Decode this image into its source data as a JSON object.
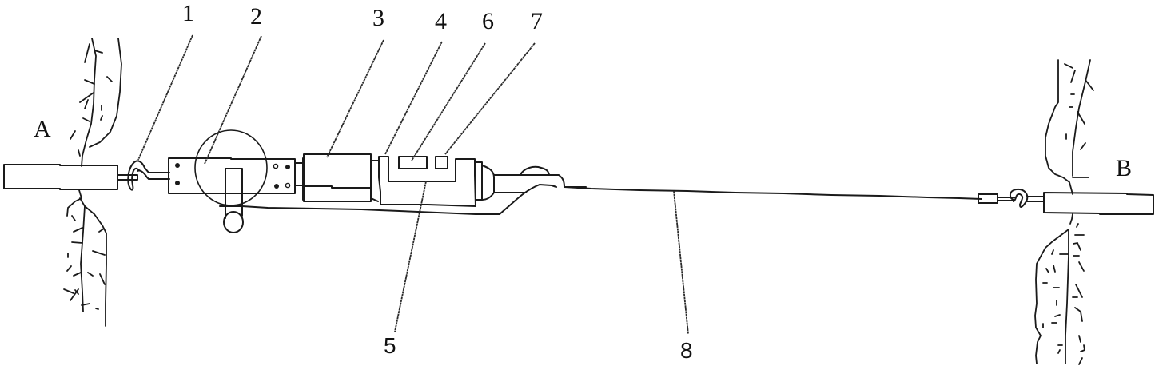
{
  "figure": {
    "type": "patent-style mechanical line drawing",
    "anchors": [
      {
        "id": "A",
        "label": "A"
      },
      {
        "id": "B",
        "label": "B"
      }
    ],
    "callouts": [
      {
        "number": "1",
        "label": "1",
        "target": "hook-A"
      },
      {
        "number": "2",
        "label": "2",
        "target": "plate-with-wheel"
      },
      {
        "number": "3",
        "label": "3",
        "target": "block-3"
      },
      {
        "number": "4",
        "label": "4",
        "target": "housing-4"
      },
      {
        "number": "5",
        "label": "5",
        "target": "channel-5"
      },
      {
        "number": "6",
        "label": "6",
        "target": "slot-6"
      },
      {
        "number": "7",
        "label": "7",
        "target": "slot-7"
      },
      {
        "number": "8",
        "label": "8",
        "target": "cable-8"
      }
    ],
    "colors": {
      "background": "#ffffff",
      "line": "#1a1a1a"
    }
  }
}
